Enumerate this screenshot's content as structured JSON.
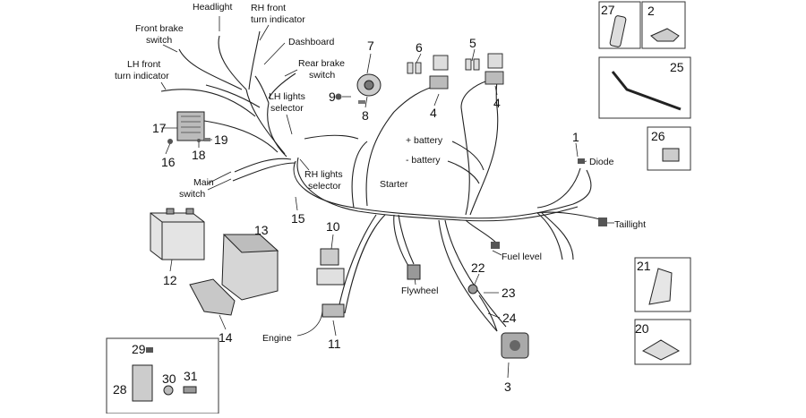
{
  "labels": {
    "headlight": "Headlight",
    "rh_front_turn_1": "RH front",
    "rh_front_turn_2": "turn indicator",
    "front_brake_switch_1": "Front brake",
    "front_brake_switch_2": "switch",
    "dashboard": "Dashboard",
    "lh_front_turn_1": "LH front",
    "lh_front_turn_2": "turn indicator",
    "rear_brake_switch_1": "Rear brake",
    "rear_brake_switch_2": "switch",
    "lh_lights_selector_1": "LH lights",
    "lh_lights_selector_2": "selector",
    "plus_battery": "+ battery",
    "minus_battery": "- battery",
    "diode": "Diode",
    "main_switch_1": "Main",
    "main_switch_2": "switch",
    "rh_lights_selector_1": "RH lights",
    "rh_lights_selector_2": "selector",
    "starter": "Starter",
    "taillight": "Taillight",
    "fuel_level": "Fuel level",
    "flywheel": "Flywheel",
    "engine": "Engine"
  },
  "callouts": {
    "n1": "1",
    "n2": "2",
    "n3": "3",
    "n4a": "4",
    "n4b": "4",
    "n5": "5",
    "n6": "6",
    "n7": "7",
    "n8": "8",
    "n9": "9",
    "n10": "10",
    "n11": "11",
    "n12": "12",
    "n13": "13",
    "n14": "14",
    "n15": "15",
    "n16": "16",
    "n17": "17",
    "n18": "18",
    "n19": "19",
    "n20": "20",
    "n21": "21",
    "n22": "22",
    "n23": "23",
    "n24": "24",
    "n25": "25",
    "n26": "26",
    "n27": "27",
    "n28": "28",
    "n29": "29",
    "n30": "30",
    "n31": "31"
  },
  "colors": {
    "line": "#222222",
    "part_fill": "#dcdcdc",
    "part_dark": "#555555"
  }
}
